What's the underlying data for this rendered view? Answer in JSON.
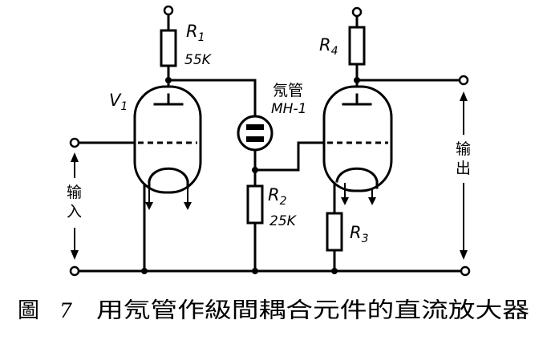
{
  "components": {
    "r1": {
      "name": "R",
      "sub": "1",
      "value": "55K"
    },
    "r2": {
      "name": "R",
      "sub": "2",
      "value": "25K"
    },
    "r3": {
      "name": "R",
      "sub": "3"
    },
    "r4": {
      "name": "R",
      "sub": "4"
    },
    "v1": {
      "name": "V",
      "sub": "1"
    },
    "neon": {
      "name": "氖管",
      "model": "MH-1"
    }
  },
  "labels": {
    "input": [
      "输",
      "入"
    ],
    "output": [
      "输",
      "出"
    ]
  },
  "caption": {
    "figure": "圖",
    "number": "7",
    "text": "用氖管作級間耦合元件的直流放大器"
  }
}
